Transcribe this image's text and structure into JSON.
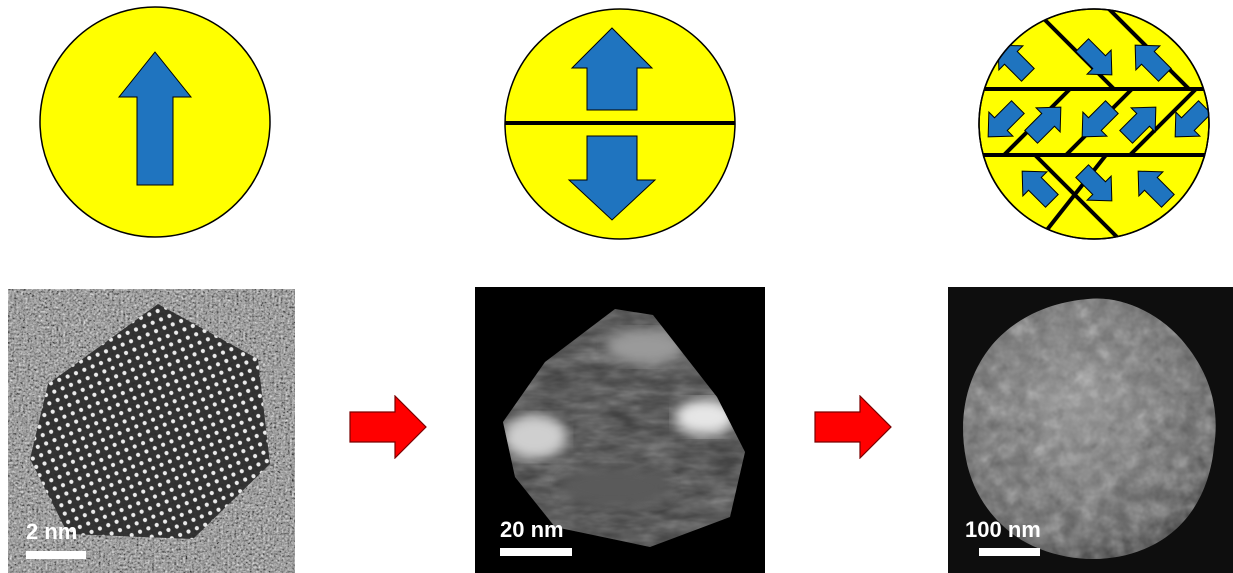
{
  "colors": {
    "domain_fill": "#ffff00",
    "arrow_fill": "#1f74bf",
    "process_arrow": "#ff0000",
    "wall": "#000000"
  },
  "top_row": [
    {
      "name": "single-domain",
      "icon": "circle-with-up-arrow"
    },
    {
      "name": "two-domains",
      "icon": "circle-split-up-down-arrows"
    },
    {
      "name": "multi-domain",
      "icon": "circle-many-domains-arrows"
    }
  ],
  "bottom_row": [
    {
      "name": "hrtem-image",
      "scale_label": "2 nm"
    },
    {
      "name": "darkfield-tem-image",
      "scale_label": "20 nm"
    },
    {
      "name": "sem-image",
      "scale_label": "100 nm"
    }
  ],
  "process_arrows": [
    "arrow-right-icon",
    "arrow-right-icon"
  ]
}
